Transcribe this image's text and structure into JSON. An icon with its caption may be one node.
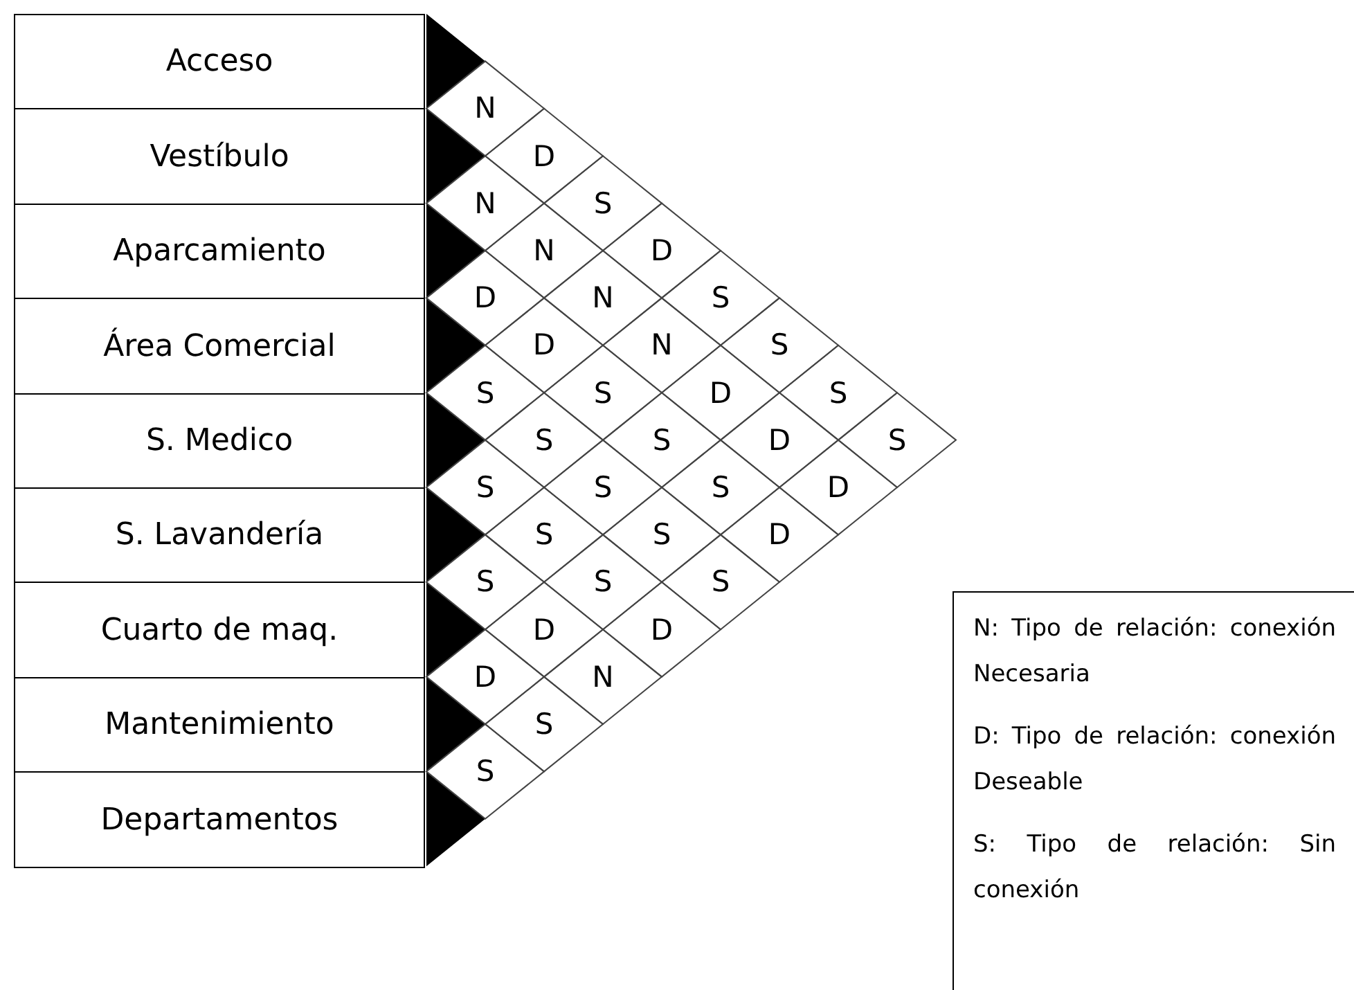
{
  "diagram": {
    "nodes": [
      {
        "text": [
          "Acceso"
        ]
      },
      {
        "text": [
          "Vestíbulo"
        ]
      },
      {
        "text": [
          "Aparcamiento"
        ]
      },
      {
        "text": [
          "Área Comercial"
        ]
      },
      {
        "text": [
          "S. Medico"
        ]
      },
      {
        "text": [
          "S. Lavandería"
        ]
      },
      {
        "text": [
          "Cuarto de maq."
        ]
      },
      {
        "text": [
          "Mantenimiento"
        ]
      },
      {
        "text": [
          "Departamentos"
        ]
      },
      {
        "text": [
          "N: Tipo de relación: conexión Necesaria",
          "D: Tipo de relación: conexión Deseable",
          "S: Tipo de relación: Sin conexión"
        ]
      }
    ],
    "labels": [
      "N",
      "D",
      "N",
      "S",
      "N",
      "D",
      "D",
      "N",
      "S",
      "D",
      "N",
      "S",
      "S",
      "S",
      "D",
      "S",
      "S",
      "S",
      "D",
      "S",
      "S",
      "S",
      "S",
      "D",
      "S",
      "S",
      "D",
      "S",
      "S",
      "S",
      "D",
      "D",
      "D",
      "N",
      "S",
      "S"
    ]
  }
}
